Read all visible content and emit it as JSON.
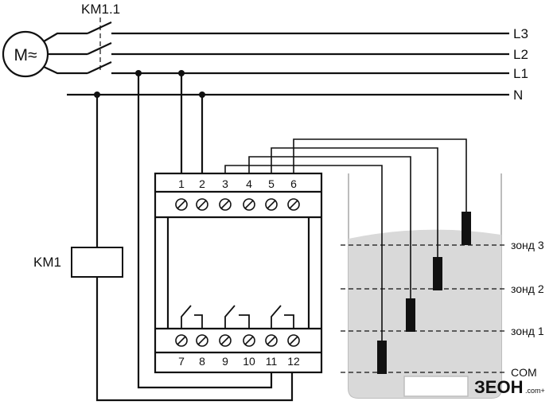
{
  "contactor_label": "KM1.1",
  "motor_symbol": "M≈",
  "lines": {
    "l3": "L3",
    "l2": "L2",
    "l1": "L1",
    "n": "N"
  },
  "coil_label": "KM1",
  "terminals_top": [
    "1",
    "2",
    "3",
    "4",
    "5",
    "6"
  ],
  "terminals_bottom": [
    "7",
    "8",
    "9",
    "10",
    "11",
    "12"
  ],
  "probes": {
    "p3": "зонд 3",
    "p2": "зонд 2",
    "p1": "зонд 1",
    "com": "COM"
  },
  "watermark": {
    "brand": "ЗЕОН",
    "sub": ".com+"
  },
  "colors": {
    "line": "#111111",
    "liquid": "#d9d9d9",
    "tank": "#bdbdbd"
  }
}
